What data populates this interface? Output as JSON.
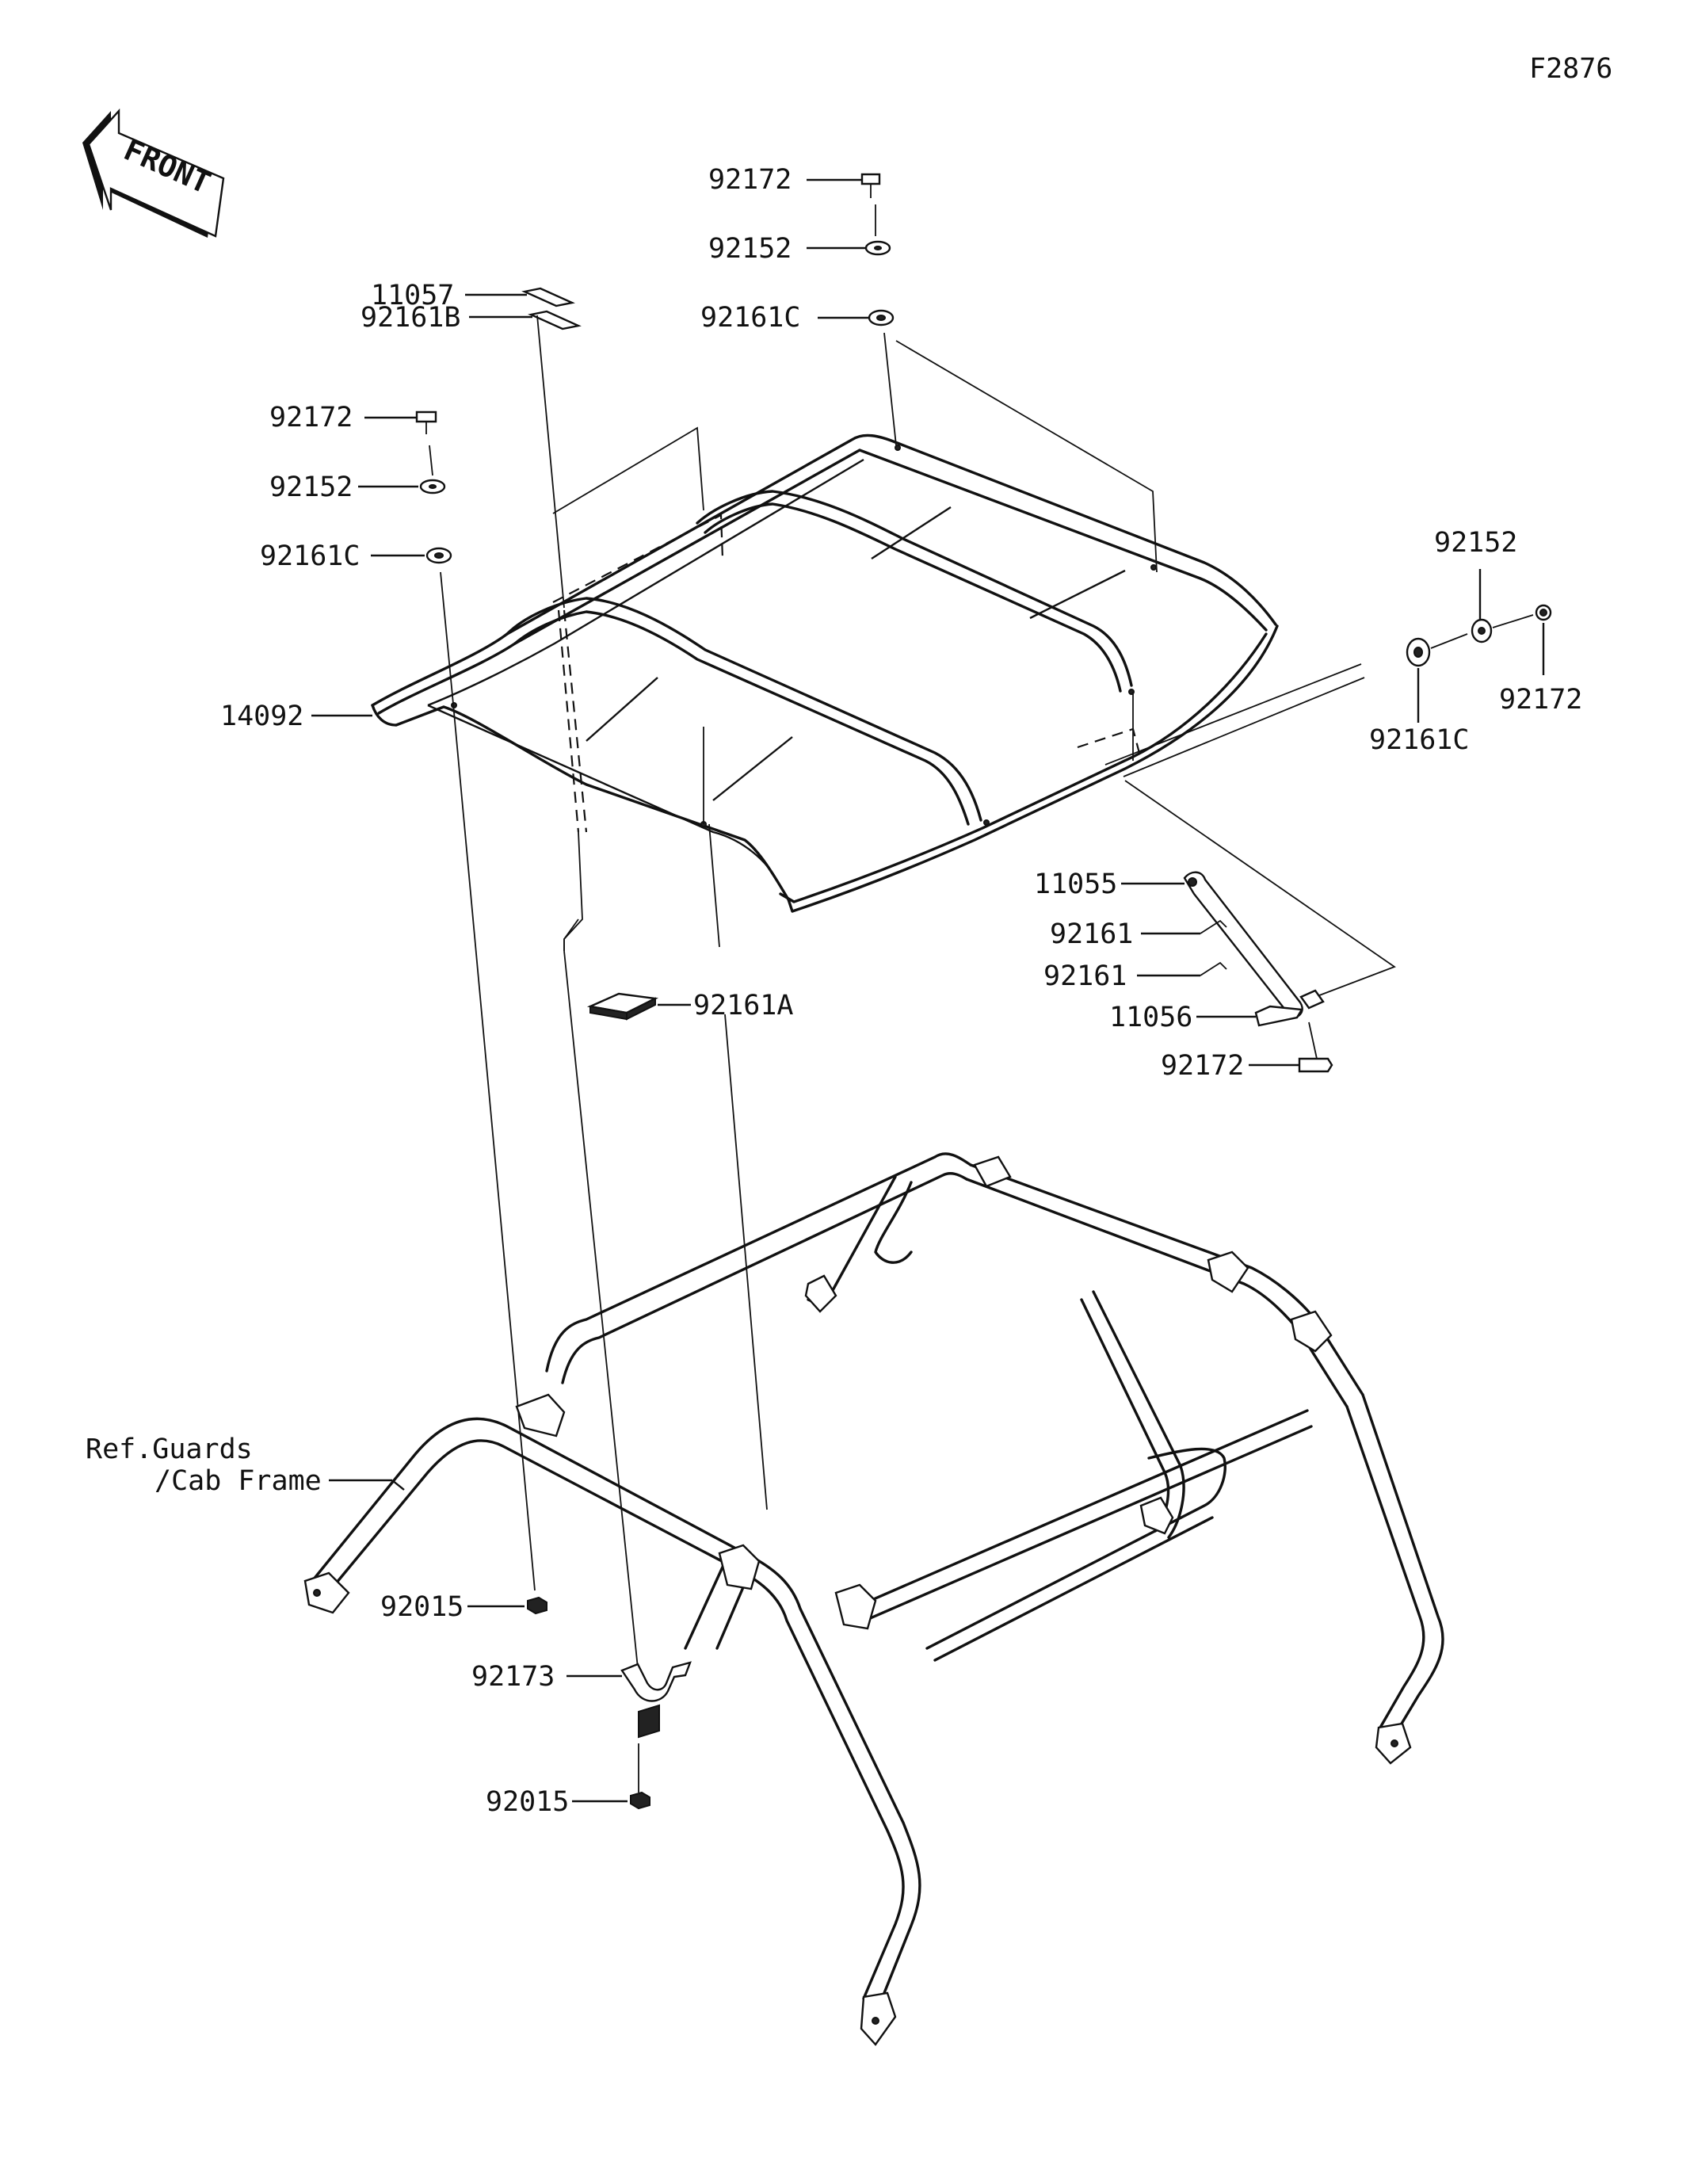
{
  "figure_code": "F2876",
  "front_arrow_text": "FRONT",
  "labels": {
    "top_center_92172": "92172",
    "top_center_92152": "92152",
    "top_center_92161c": "92161C",
    "left_11057": "11057",
    "left_92161b": "92161B",
    "left_92172": "92172",
    "left_92152": "92152",
    "left_92161c": "92161C",
    "roof_14092": "14092",
    "right_92152": "92152",
    "right_92172": "92172",
    "right_92161c": "92161C",
    "bracket_11055": "11055",
    "bracket_92161_a": "92161",
    "bracket_92161_b": "92161",
    "bracket_11056": "11056",
    "bracket_92172": "92172",
    "pad_92161a": "92161A",
    "ref_line1": "Ref.Guards",
    "ref_line2": "/Cab Frame",
    "nut_92015_upper": "92015",
    "clamp_92173": "92173",
    "nut_92015_lower": "92015"
  }
}
